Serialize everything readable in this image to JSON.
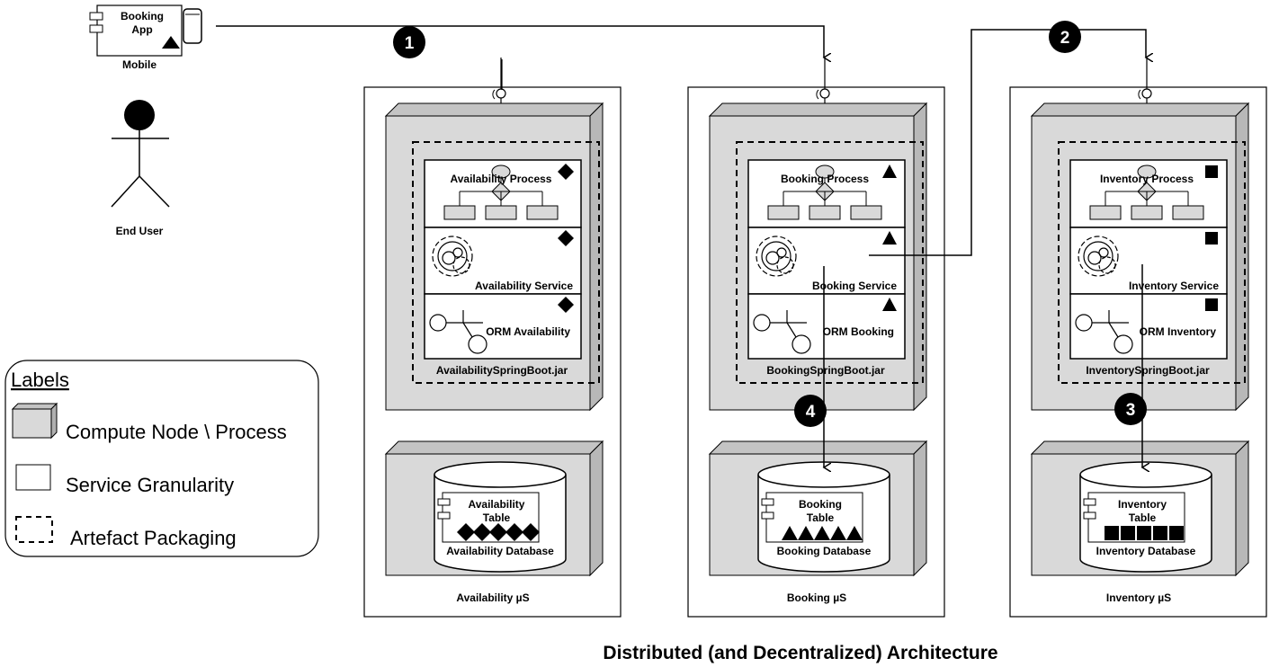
{
  "mobile": {
    "app_label": "Booking App",
    "app_line1": "Booking",
    "app_line2": "App",
    "platform": "Mobile"
  },
  "user": {
    "label": "End User"
  },
  "legend": {
    "title": "Labels",
    "items": [
      "Compute Node \\ Process",
      "Service Granularity",
      "Artefact Packaging"
    ]
  },
  "flow_steps": [
    "1",
    "2",
    "3",
    "4"
  ],
  "services": [
    {
      "process": "Availability Process",
      "service": "Availability Service",
      "orm": "ORM Availability",
      "jar": "AvailabilitySpringBoot.jar",
      "table_line1": "Availability",
      "table_line2": "Table",
      "database": "Availability Database",
      "microservice": "Availability µS",
      "marker": "diamond"
    },
    {
      "process": "Booking Process",
      "service": "Booking Service",
      "orm": "ORM Booking",
      "jar": "BookingSpringBoot.jar",
      "table_line1": "Booking",
      "table_line2": "Table",
      "database": "Booking Database",
      "microservice": "Booking µS",
      "marker": "triangle"
    },
    {
      "process": "Inventory Process",
      "service": "Inventory Service",
      "orm": "ORM Inventory",
      "jar": "InventorySpringBoot.jar",
      "table_line1": "Inventory",
      "table_line2": "Table",
      "database": "Inventory Database",
      "microservice": "Inventory µS",
      "marker": "square"
    }
  ],
  "caption": "Distributed (and Decentralized) Architecture",
  "colors": {
    "node_fill": "#d9d9d9",
    "node_side": "#c4c4c4",
    "stroke": "#000000"
  }
}
